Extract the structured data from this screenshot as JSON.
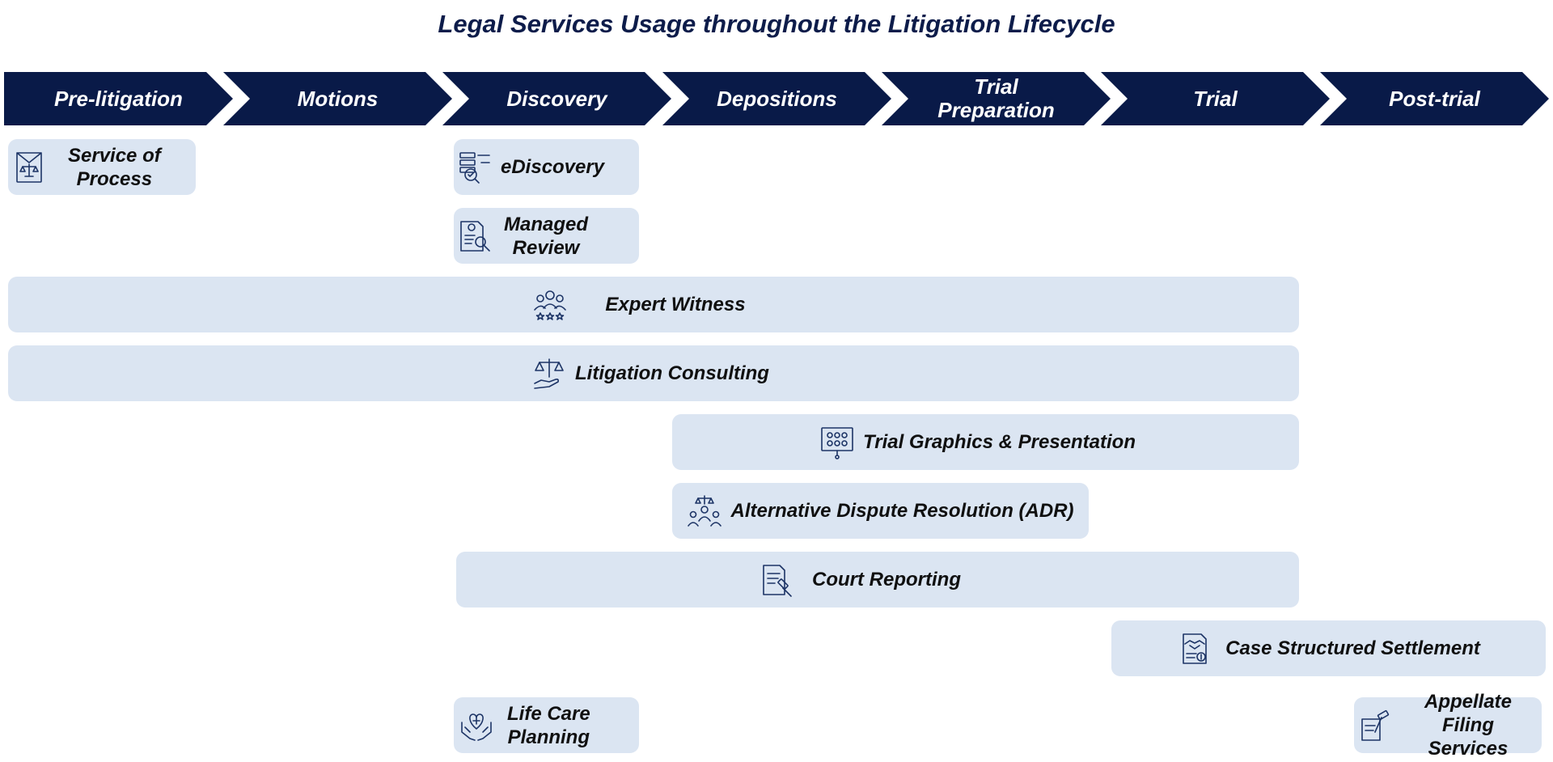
{
  "title": "Legal Services Usage throughout the Litigation Lifecycle",
  "phases": [
    {
      "label": "Pre-litigation"
    },
    {
      "label": "Motions"
    },
    {
      "label": "Discovery"
    },
    {
      "label": "Depositions"
    },
    {
      "label": "Trial\nPreparation"
    },
    {
      "label": "Trial"
    },
    {
      "label": "Post-trial"
    }
  ],
  "services": [
    {
      "label": "Service of\nProcess",
      "icon": "envelope-scales-icon"
    },
    {
      "label": "eDiscovery",
      "icon": "database-search-icon"
    },
    {
      "label": "Managed\nReview",
      "icon": "document-magnifier-icon"
    },
    {
      "label": "Expert Witness",
      "icon": "expert-group-icon"
    },
    {
      "label": "Litigation Consulting",
      "icon": "hand-scales-icon"
    },
    {
      "label": "Trial Graphics & Presentation",
      "icon": "presentation-board-icon"
    },
    {
      "label": "Alternative Dispute Resolution (ADR)",
      "icon": "mediation-people-icon"
    },
    {
      "label": "Court Reporting",
      "icon": "document-gavel-icon"
    },
    {
      "label": "Case Structured Settlement",
      "icon": "handshake-document-icon"
    },
    {
      "label": "Life Care\nPlanning",
      "icon": "heart-hands-icon"
    },
    {
      "label": "Appellate\nFiling Services",
      "icon": "gavel-paper-icon"
    }
  ],
  "colors": {
    "phase_fill": "#091a48",
    "phase_text": "#ffffff",
    "service_fill": "#dbe5f2",
    "title_text": "#0d1c4a",
    "icon_stroke": "#1d3466"
  }
}
